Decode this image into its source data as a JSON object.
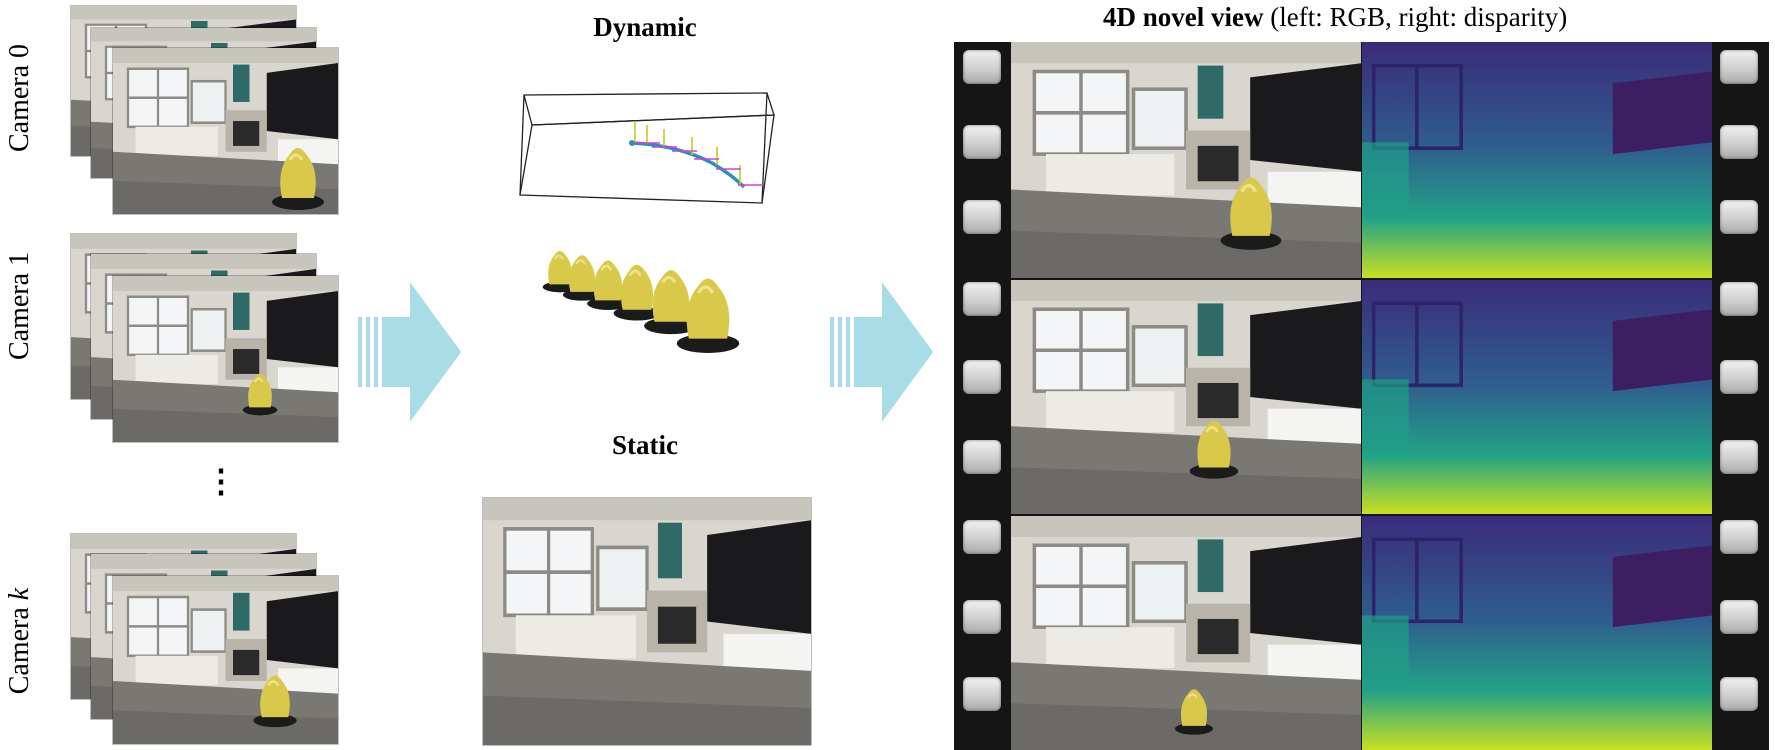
{
  "cameras": {
    "labels": [
      "Camera 0",
      "Camera 1",
      "Camera k"
    ],
    "ellipsis": "⋮"
  },
  "middle": {
    "dynamic_title": "Dynamic",
    "static_title": "Static"
  },
  "right": {
    "title_bold": "4D novel view",
    "title_rest": " (left: RGB, right: disparity)"
  },
  "colors": {
    "arrow": "#a8dce6",
    "trajectory": "#2a8fc0",
    "motion_up": "#c8c820",
    "motion_right": "#d040d0",
    "film": "#151515"
  },
  "icons": [
    "right-arrow-icon",
    "ellipsis-icon",
    "sprocket-hole-icon"
  ]
}
